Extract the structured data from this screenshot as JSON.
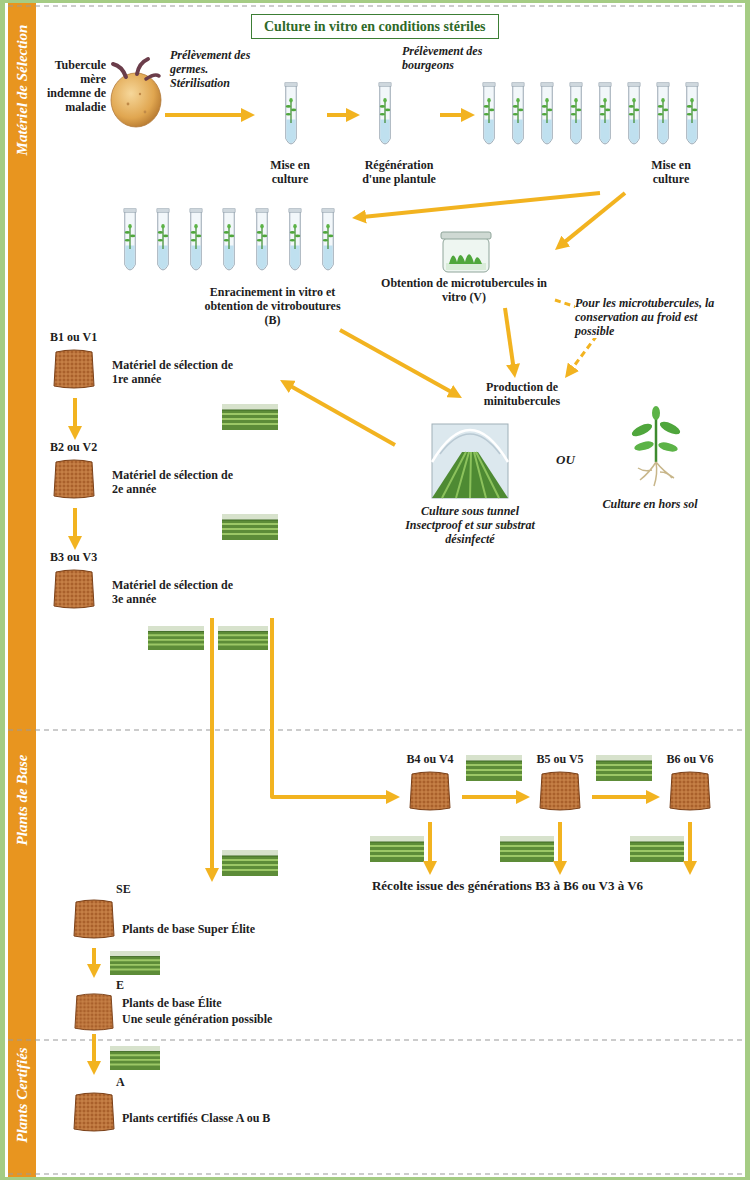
{
  "diagram": {
    "nodes": [
      {
        "text": [
          "Matériel de Sélection"
        ]
      },
      {
        "text": [
          "Culture in vitro en conditions stériles"
        ],
        "in": 0
      },
      {
        "text": [
          "Tubercule mère indemne de maladie"
        ],
        "in": 0
      },
      {
        "text": [
          "Mise en culture"
        ],
        "in": 0
      },
      {
        "text": [
          "Régénération d'une plantule"
        ],
        "in": 0
      },
      {
        "text": [
          "Mise en culture"
        ],
        "in": 0
      },
      {
        "text": [
          "Enracinement in vitro et obtention de vitroboutures (B)"
        ],
        "in": 0
      },
      {
        "text": [
          "Obtention de microtubercules in vitro (V)"
        ],
        "in": 0
      },
      {
        "text": [
          "Production de minitubercules"
        ],
        "in": 0
      },
      {
        "text": [
          "B1 ou V1",
          "Matériel de sélection de 1re année"
        ],
        "in": 0
      },
      {
        "text": [
          "Culture sous tunnel Insectproof et sur substrat désinfecté"
        ],
        "in": 0
      },
      {
        "text": [
          "Culture en hors sol"
        ],
        "in": 0
      },
      {
        "text": [
          "B2 ou V2",
          "Matériel de sélection de 2e année"
        ],
        "in": 0
      },
      {
        "text": [
          "B3 ou V3",
          "Matériel de sélection de 3e année"
        ],
        "in": 0
      },
      {
        "text": [
          "Plants de Base"
        ]
      },
      {
        "text": [
          "B4 ou V4"
        ],
        "in": 14
      },
      {
        "text": [
          "B5 ou V5"
        ],
        "in": 14
      },
      {
        "text": [
          "B6 ou V6"
        ],
        "in": 14
      },
      {
        "text": [
          "Récolte issue des générations B3 à B6 ou V3 à V6"
        ],
        "in": 14
      },
      {
        "text": [
          "SE",
          "Plants de base Super Élite"
        ],
        "in": 14
      },
      {
        "text": [
          "E",
          "Plants de base Élite",
          "Une seule génération possible"
        ],
        "in": 14
      },
      {
        "text": [
          "Plants Certifiés"
        ]
      },
      {
        "text": [
          "A",
          "Plants certifiés Classe A ou B"
        ],
        "in": 21
      }
    ],
    "edges": [
      {
        "from": 2,
        "to": 3,
        "arrow": "to",
        "label": "Prélèvement des germes. Stérilisation"
      },
      {
        "from": 3,
        "to": 4,
        "arrow": "to"
      },
      {
        "from": 4,
        "to": 5,
        "arrow": "to",
        "label": "Prélèvement des bourgeons"
      },
      {
        "from": 5,
        "to": 6,
        "arrow": "to"
      },
      {
        "from": 5,
        "to": 7,
        "arrow": "to"
      },
      {
        "from": 7,
        "to": 8,
        "arrow": "to"
      },
      {
        "from": 7,
        "to": 8,
        "arrow": "to",
        "label": "Pour les microtubercules, la conservation au froid est possible"
      },
      {
        "from": 6,
        "to": 8,
        "arrow": "to"
      },
      {
        "from": 10,
        "to": 9,
        "arrow": "to"
      },
      {
        "from": 9,
        "to": 12,
        "arrow": "to"
      },
      {
        "from": 12,
        "to": 13,
        "arrow": "to"
      },
      {
        "from": 13,
        "to": 19,
        "arrow": "to"
      },
      {
        "from": 13,
        "to": 15,
        "arrow": "to"
      },
      {
        "from": 15,
        "to": 16,
        "arrow": "to"
      },
      {
        "from": 16,
        "to": 17,
        "arrow": "to"
      },
      {
        "from": 15,
        "to": 18,
        "arrow": "to"
      },
      {
        "from": 16,
        "to": 18,
        "arrow": "to"
      },
      {
        "from": 17,
        "to": 18,
        "arrow": "to"
      },
      {
        "from": 19,
        "to": 20,
        "arrow": "to"
      },
      {
        "from": 20,
        "to": 22,
        "arrow": "to"
      }
    ],
    "labels": [
      "OU"
    ]
  }
}
